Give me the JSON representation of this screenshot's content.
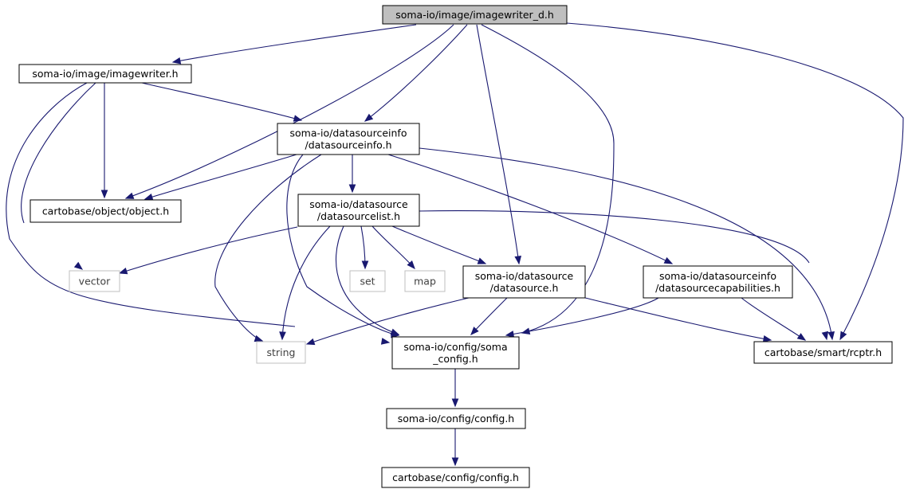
{
  "nodes": {
    "imagewriter_d": {
      "lines": [
        "soma-io/image/imagewriter_d.h"
      ],
      "kind": "root"
    },
    "imagewriter": {
      "lines": [
        "soma-io/image/imagewriter.h"
      ],
      "kind": "file"
    },
    "datasourceinfo": {
      "lines": [
        "soma-io/datasourceinfo",
        "/datasourceinfo.h"
      ],
      "kind": "file"
    },
    "object": {
      "lines": [
        "cartobase/object/object.h"
      ],
      "kind": "file"
    },
    "datasourcelist": {
      "lines": [
        "soma-io/datasource",
        "/datasourcelist.h"
      ],
      "kind": "file"
    },
    "vector": {
      "lines": [
        "vector"
      ],
      "kind": "external"
    },
    "set": {
      "lines": [
        "set"
      ],
      "kind": "external"
    },
    "map": {
      "lines": [
        "map"
      ],
      "kind": "external"
    },
    "datasource": {
      "lines": [
        "soma-io/datasource",
        "/datasource.h"
      ],
      "kind": "file"
    },
    "capabilities": {
      "lines": [
        "soma-io/datasourceinfo",
        "/datasourcecapabilities.h"
      ],
      "kind": "file"
    },
    "string": {
      "lines": [
        "string"
      ],
      "kind": "external"
    },
    "soma_config": {
      "lines": [
        "soma-io/config/soma",
        "_config.h"
      ],
      "kind": "file"
    },
    "rcptr": {
      "lines": [
        "cartobase/smart/rcptr.h"
      ],
      "kind": "file"
    },
    "config_io": {
      "lines": [
        "soma-io/config/config.h"
      ],
      "kind": "file"
    },
    "config_carto": {
      "lines": [
        "cartobase/config/config.h"
      ],
      "kind": "file"
    }
  },
  "edges": [
    [
      "imagewriter_d",
      "imagewriter"
    ],
    [
      "imagewriter_d",
      "object"
    ],
    [
      "imagewriter_d",
      "datasourceinfo"
    ],
    [
      "imagewriter_d",
      "datasource"
    ],
    [
      "imagewriter_d",
      "soma_config"
    ],
    [
      "imagewriter_d",
      "rcptr"
    ],
    [
      "imagewriter",
      "datasourceinfo"
    ],
    [
      "imagewriter",
      "object"
    ],
    [
      "imagewriter",
      "vector"
    ],
    [
      "imagewriter",
      "soma_config"
    ],
    [
      "datasourceinfo",
      "object"
    ],
    [
      "datasourceinfo",
      "datasourcelist"
    ],
    [
      "datasourceinfo",
      "string"
    ],
    [
      "datasourceinfo",
      "soma_config"
    ],
    [
      "datasourceinfo",
      "capabilities"
    ],
    [
      "datasourceinfo",
      "rcptr"
    ],
    [
      "datasourcelist",
      "vector"
    ],
    [
      "datasourcelist",
      "set"
    ],
    [
      "datasourcelist",
      "map"
    ],
    [
      "datasourcelist",
      "datasource"
    ],
    [
      "datasourcelist",
      "string"
    ],
    [
      "datasourcelist",
      "soma_config"
    ],
    [
      "datasourcelist",
      "rcptr"
    ],
    [
      "datasource",
      "string"
    ],
    [
      "datasource",
      "soma_config"
    ],
    [
      "datasource",
      "rcptr"
    ],
    [
      "capabilities",
      "soma_config"
    ],
    [
      "capabilities",
      "rcptr"
    ],
    [
      "soma_config",
      "config_io"
    ],
    [
      "config_io",
      "config_carto"
    ]
  ]
}
